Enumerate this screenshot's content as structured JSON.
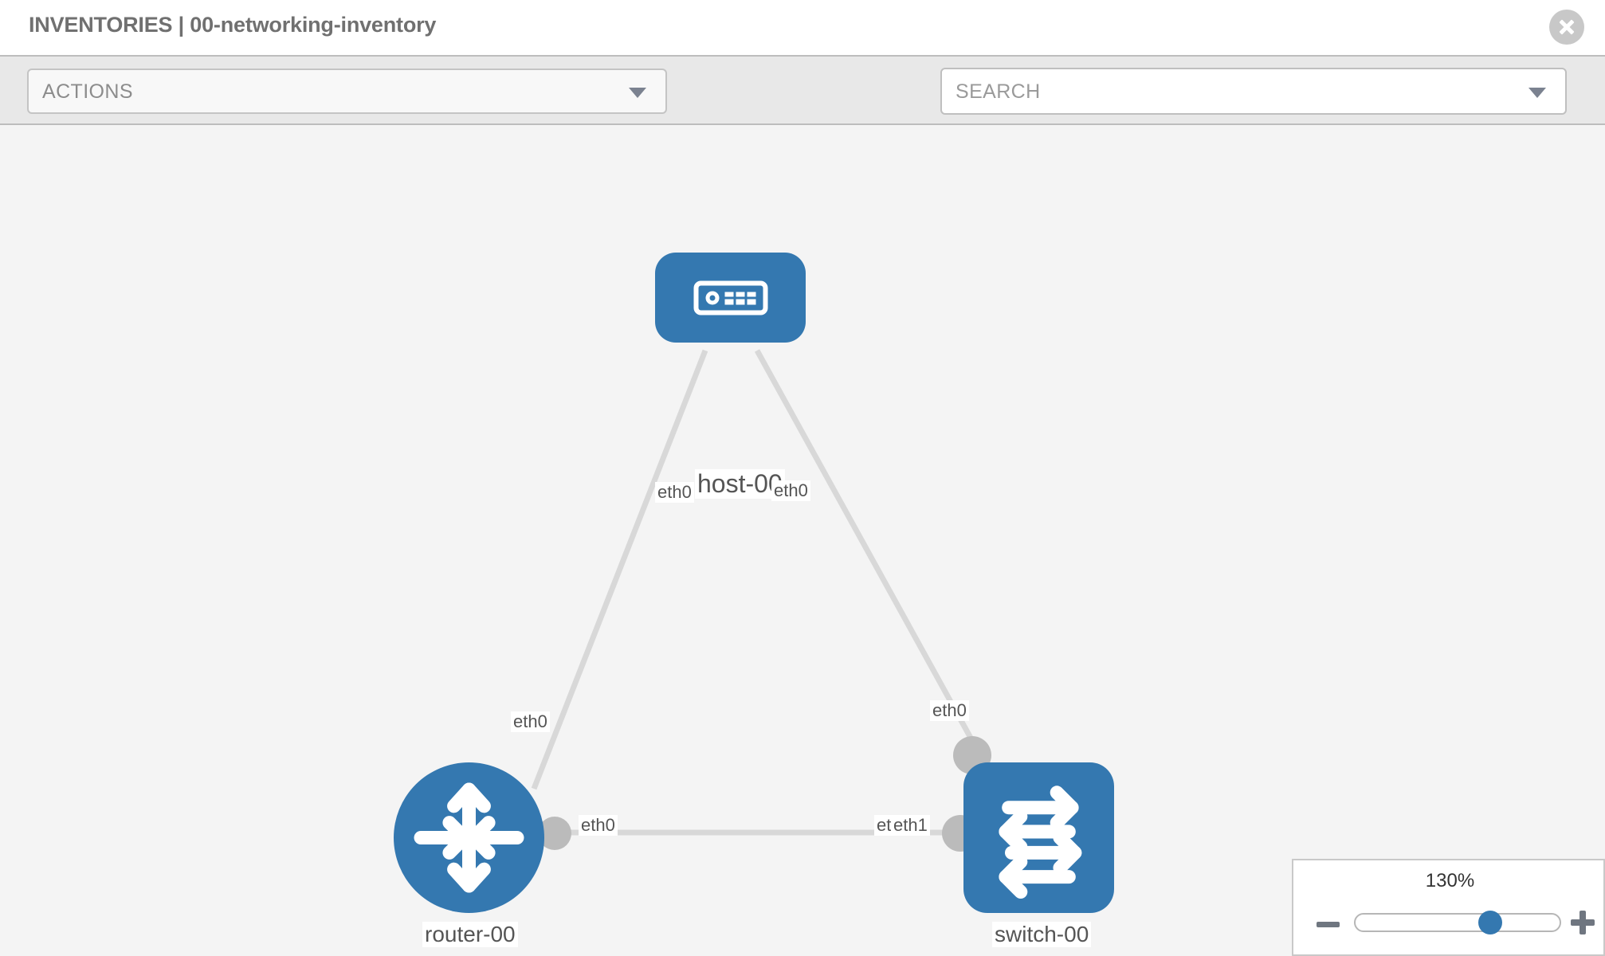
{
  "header": {
    "title": "INVENTORIES | 00-networking-inventory",
    "close_label": "close-icon"
  },
  "toolbar": {
    "actions_label": "ACTIONS",
    "actions_caret": "chevron-down-icon",
    "wrench_icon": "wrench-icon",
    "key_icon": "key-icon",
    "search_placeholder": "SEARCH",
    "search_value": "",
    "search_caret": "chevron-down-icon"
  },
  "topology": {
    "nodes": [
      {
        "id": "host-00",
        "label": "host-00",
        "type": "host",
        "icon": "server-icon"
      },
      {
        "id": "router-00",
        "label": "router-00",
        "type": "router",
        "icon": "router-arrows-icon"
      },
      {
        "id": "switch-00",
        "label": "switch-00",
        "type": "switch",
        "icon": "switch-arrows-icon"
      }
    ],
    "edge_labels": {
      "host_left": "eth0",
      "host_right": "eth0",
      "router_up": "eth0",
      "switch_up": "eth0",
      "router_right": "eth0",
      "switch_left_a": "eth",
      "switch_left_b": "eth1"
    },
    "accent_color": "#3478b0",
    "edge_color": "#d8d8d8",
    "port_color": "#bbbbbb"
  },
  "zoom": {
    "value_label": "130%",
    "percent": 66,
    "minus_label": "zoom-out",
    "plus_label": "zoom-in"
  }
}
